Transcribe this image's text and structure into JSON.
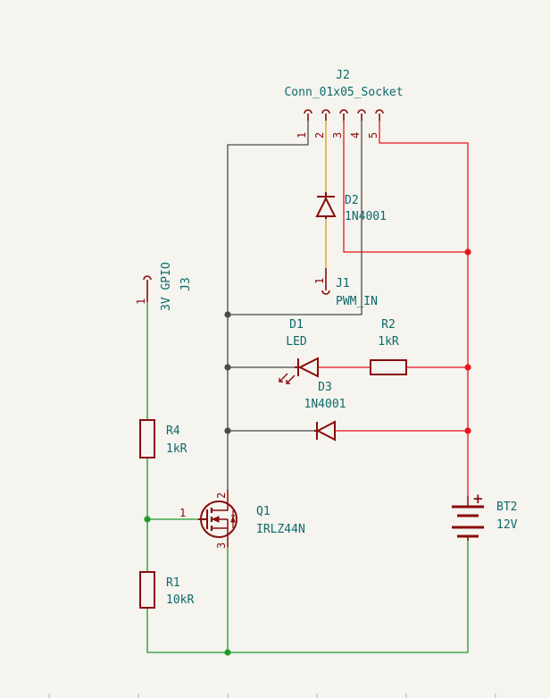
{
  "colors": {
    "background": "#f5f4ef",
    "wire_red": "#e8151c",
    "wire_green": "#1f9b26",
    "wire_black": "#4a4a4a",
    "wire_orange": "#d99a1a",
    "component": "#8a0b0b",
    "text": "#0b6a6a"
  },
  "components": {
    "j2": {
      "ref": "J2",
      "value": "Conn_01x05_Socket",
      "pins": [
        "1",
        "2",
        "3",
        "4",
        "5"
      ]
    },
    "d2": {
      "ref": "D2",
      "value": "1N4001"
    },
    "j1": {
      "ref": "J1",
      "value": "PWM_IN",
      "pin": "1"
    },
    "j3": {
      "ref": "J3",
      "value": "3V GPIO",
      "pin": "1"
    },
    "d1": {
      "ref": "D1",
      "value": "LED"
    },
    "r2": {
      "ref": "R2",
      "value": "1kR"
    },
    "d3": {
      "ref": "D3",
      "value": "1N4001"
    },
    "r4": {
      "ref": "R4",
      "value": "1kR"
    },
    "q1": {
      "ref": "Q1",
      "value": "IRLZ44N",
      "pin_gate": "1",
      "pin_drain": "2",
      "pin_source": "3"
    },
    "r1": {
      "ref": "R1",
      "value": "10kR"
    },
    "bt2": {
      "ref": "BT2",
      "value": "12V",
      "plus": "+"
    }
  }
}
